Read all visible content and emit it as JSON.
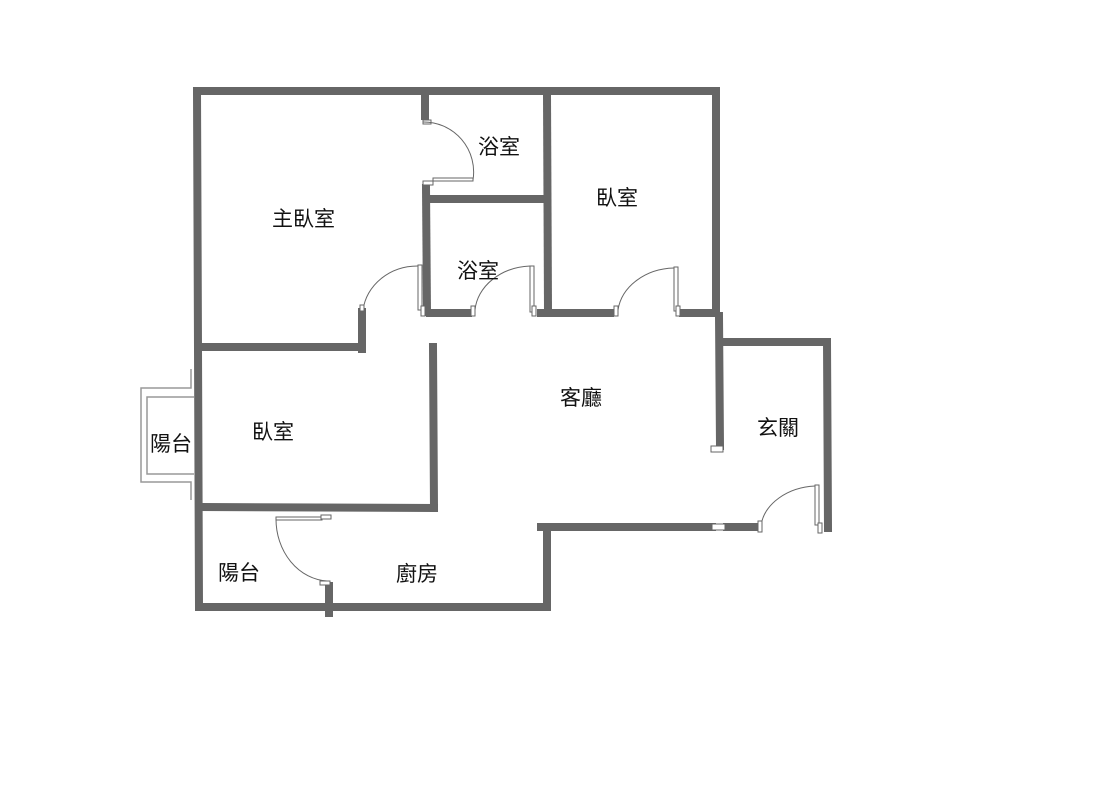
{
  "rooms": {
    "master_bedroom": "主臥室",
    "bathroom_1": "浴室",
    "bathroom_2": "浴室",
    "bedroom_1": "臥室",
    "bedroom_2": "臥室",
    "living_room": "客廳",
    "foyer": "玄關",
    "balcony_1": "陽台",
    "balcony_2": "陽台",
    "kitchen": "廚房"
  },
  "colors": {
    "wall": "#666666",
    "background": "#ffffff"
  }
}
